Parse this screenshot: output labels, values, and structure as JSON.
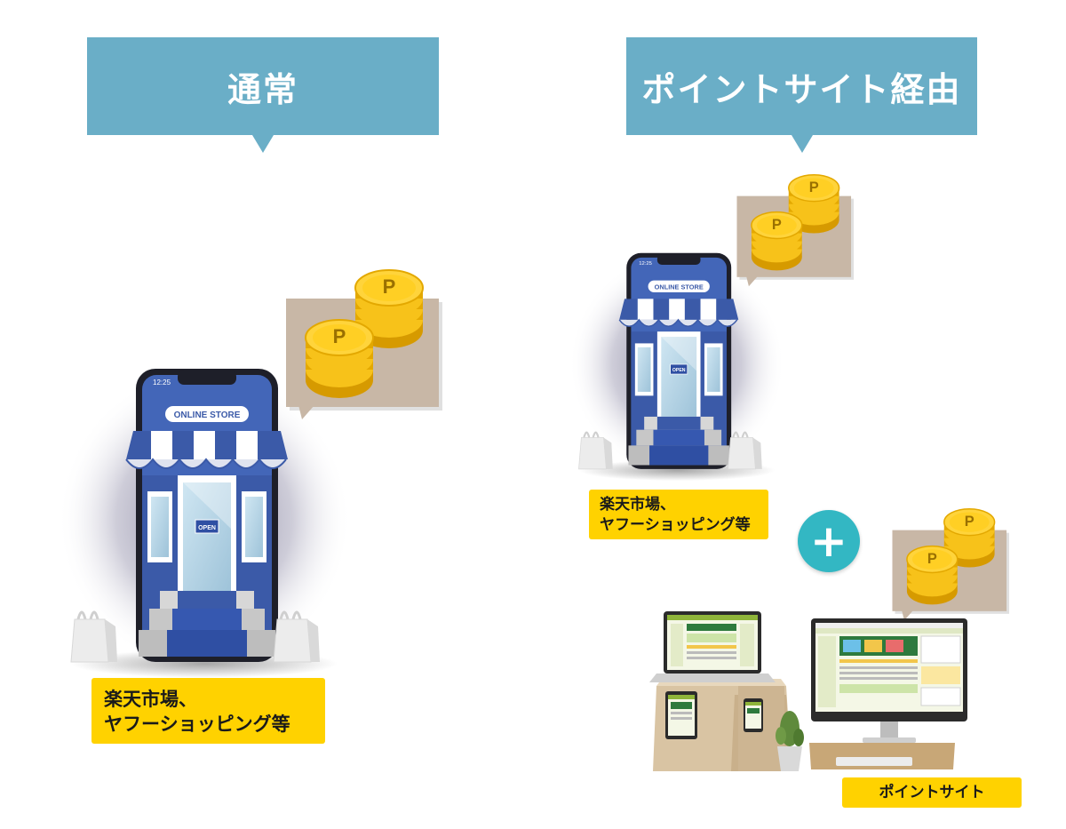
{
  "headers": {
    "left": "通常",
    "right": "ポイントサイト経由"
  },
  "labels": {
    "store_left_line1": "楽天市場、",
    "store_left_line2": "ヤフーショッピング等",
    "store_right_line1": "楽天市場、",
    "store_right_line2": "ヤフーショッピング等",
    "point_site": "ポイントサイト",
    "plus": "+"
  },
  "phone": {
    "time": "12:25",
    "store_sign": "ONLINE STORE",
    "door_sign": "OPEN"
  },
  "coin_mark": "P",
  "colors": {
    "header": "#6aaec7",
    "label": "#ffd200",
    "plus": "#33b7c3",
    "bubble": "#c8b7a6",
    "coin": "#f7c21a",
    "store_blue": "#3b5aa8"
  },
  "icons": [
    "smartphone-store-icon",
    "coin-stack-icon",
    "speech-bubble-icon",
    "shopping-bag-icon",
    "laptop-icon",
    "monitor-icon",
    "tablet-icon",
    "plant-icon"
  ]
}
